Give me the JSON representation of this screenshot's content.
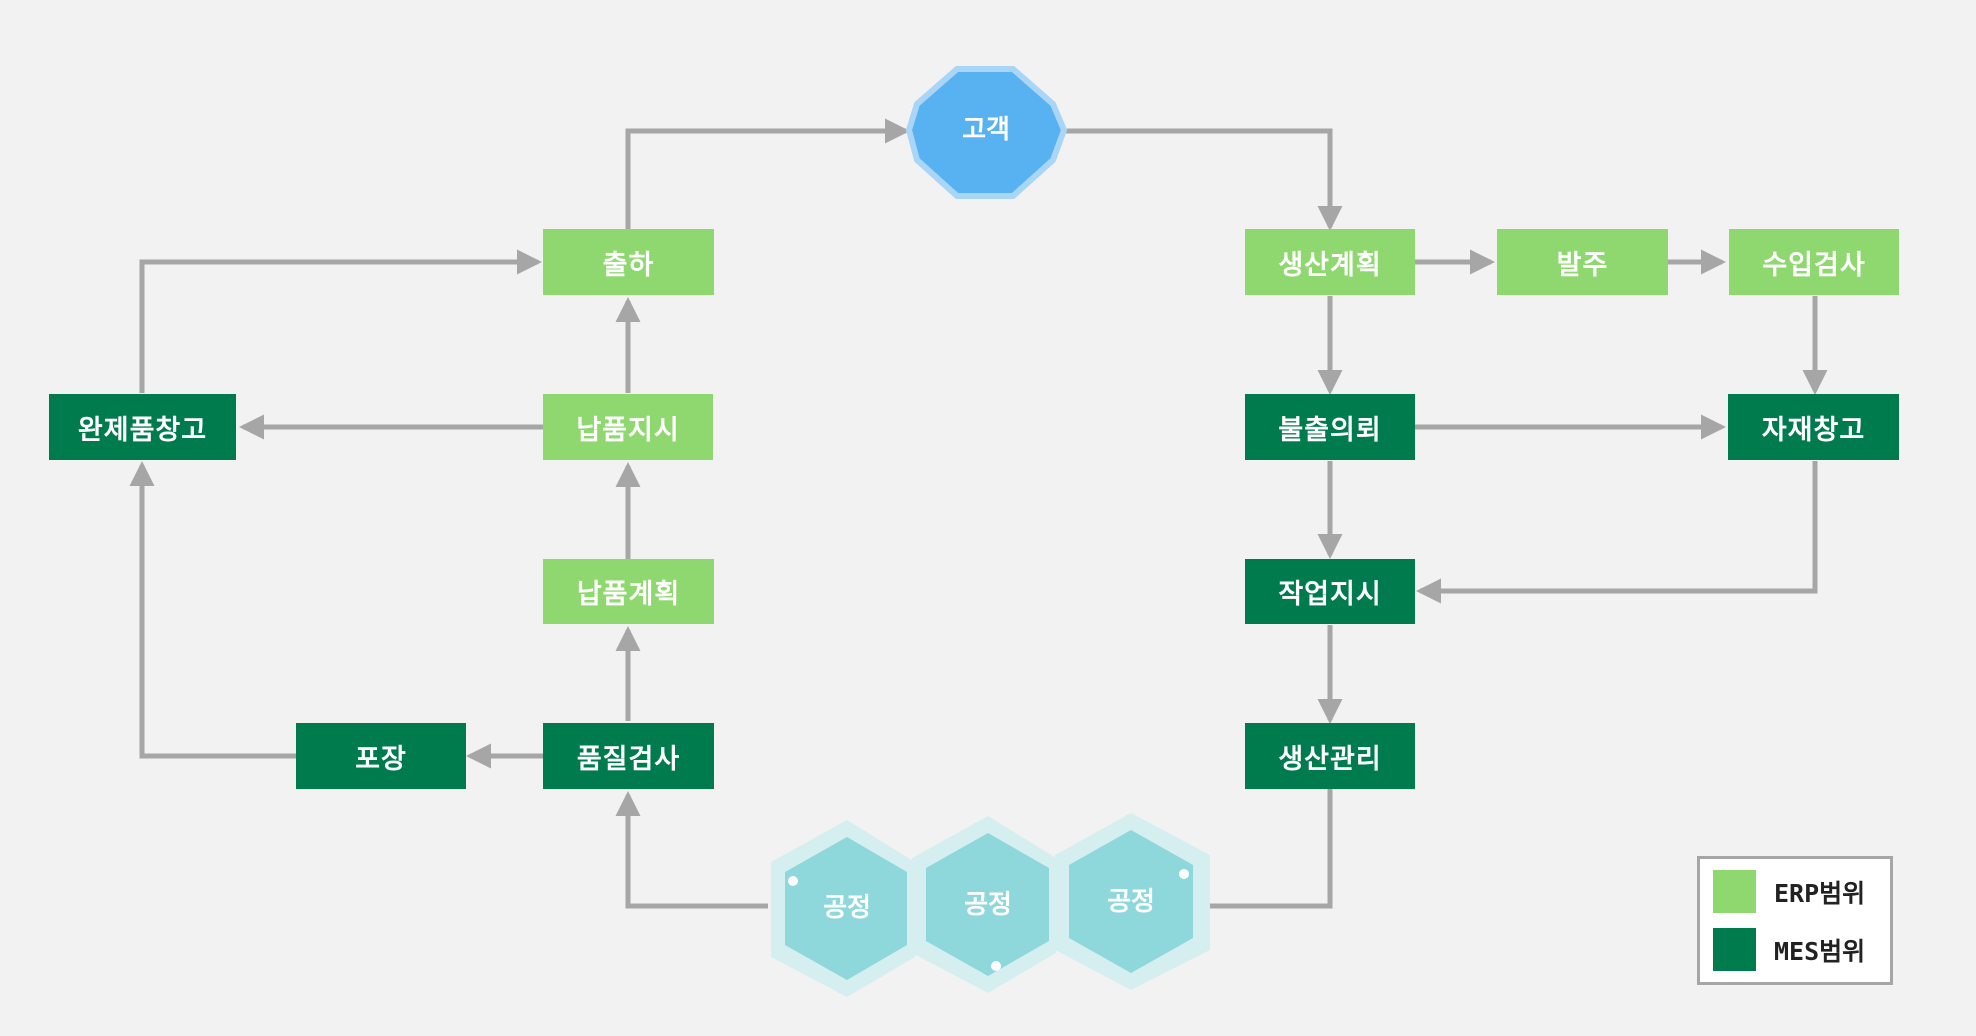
{
  "colors": {
    "background": "#f2f2f2",
    "erp": "#8fd870",
    "mes": "#007b4e",
    "customer": "#58b1f0",
    "customer_border": "#a9d5f7",
    "process": "#8ed7da",
    "process_border": "#d5eff0",
    "arrow": "#a6a6a6"
  },
  "nodes": {
    "customer": "고객",
    "shipping": "출하",
    "production_plan": "생산계획",
    "purchase_order": "발주",
    "incoming_inspection": "수입검사",
    "finished_goods_warehouse": "완제품창고",
    "delivery_instruction": "납품지시",
    "material_request": "불출의뢰",
    "material_warehouse": "자재창고",
    "delivery_plan": "납품계획",
    "work_order": "작업지시",
    "packaging": "포장",
    "quality_inspection": "품질검사",
    "production_management": "생산관리",
    "processes": [
      "공정",
      "공정",
      "공정"
    ]
  },
  "legend": {
    "items": [
      {
        "label": "ERP범위",
        "color": "#8fd870"
      },
      {
        "label": "MES범위",
        "color": "#007b4e"
      }
    ]
  }
}
